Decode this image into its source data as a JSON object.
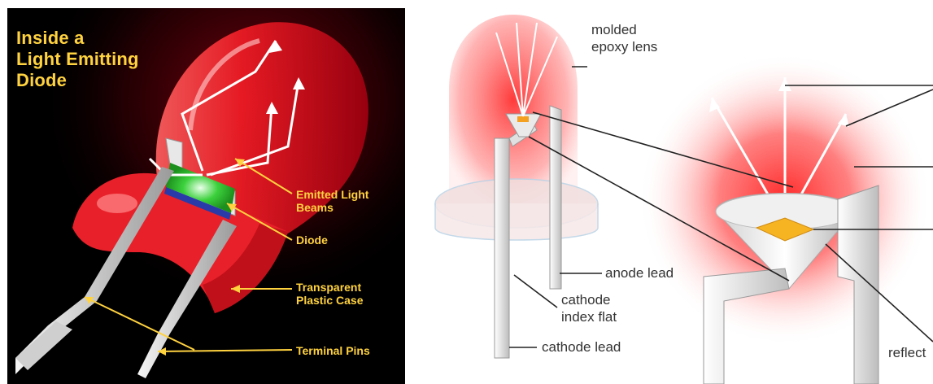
{
  "left_diagram": {
    "title_lines": [
      "Inside a",
      "Light Emitting",
      "Diode"
    ],
    "labels": {
      "emitted_light_line1": "Emitted Light",
      "emitted_light_line2": "Beams",
      "diode": "Diode",
      "case_line1": "Transparent",
      "case_line2": "Plastic Case",
      "terminal_pins": "Terminal Pins"
    },
    "colors": {
      "background": "#000000",
      "label_yellow": "#ffd23f",
      "case_red": "#e8202a",
      "chip_green": "#3cd13c",
      "chip_blue": "#2a3aa8"
    }
  },
  "right_diagram": {
    "labels": {
      "lens_line1": "molded",
      "lens_line2": "epoxy lens",
      "anode": "anode lead",
      "cathode_flat_line1": "cathode",
      "cathode_flat_line2": "index flat",
      "cathode_lead": "cathode lead",
      "reflector_partial": "reflect"
    },
    "colors": {
      "label_text": "#333333",
      "glow_red": "#ff2a2a",
      "lead_gray": "#d8d8d8"
    }
  }
}
